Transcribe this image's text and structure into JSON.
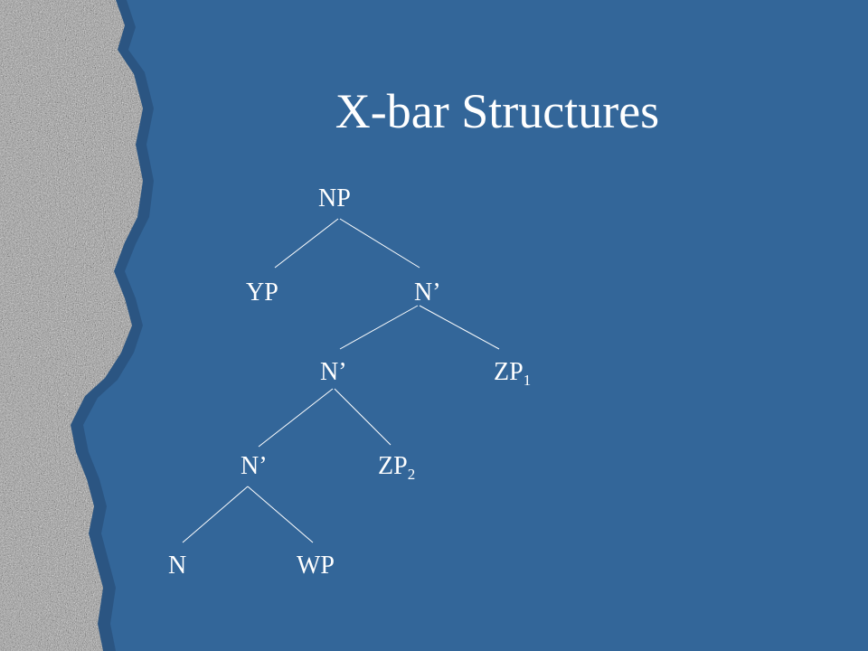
{
  "slide": {
    "title": "X-bar Structures",
    "colors": {
      "background": "#336699",
      "text": "#ffffff",
      "line": "#ffffff",
      "stone": "#9a9a9a",
      "stone_shadow": "#2b5582"
    }
  },
  "tree": {
    "np": {
      "label": "NP"
    },
    "yp": {
      "label": "YP"
    },
    "nbar_top": {
      "label": "N’"
    },
    "nbar_mid": {
      "label": "N’"
    },
    "zp1": {
      "label": "ZP",
      "subscript": "1"
    },
    "nbar_low": {
      "label": "N’"
    },
    "zp2": {
      "label": "ZP",
      "subscript": "2"
    },
    "n": {
      "label": "N"
    },
    "wp": {
      "label": "WP"
    },
    "edges": [
      [
        "np",
        "yp"
      ],
      [
        "np",
        "nbar_top"
      ],
      [
        "nbar_top",
        "nbar_mid"
      ],
      [
        "nbar_top",
        "zp1"
      ],
      [
        "nbar_mid",
        "nbar_low"
      ],
      [
        "nbar_mid",
        "zp2"
      ],
      [
        "nbar_low",
        "n"
      ],
      [
        "nbar_low",
        "wp"
      ]
    ]
  }
}
